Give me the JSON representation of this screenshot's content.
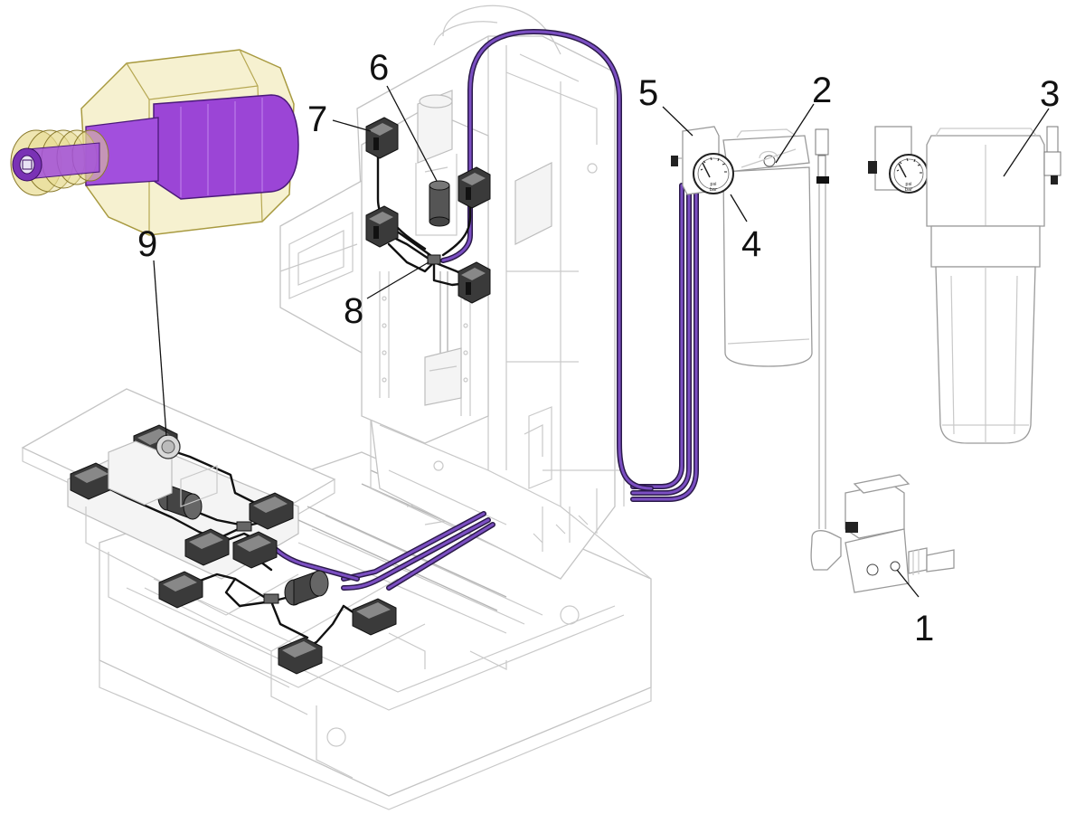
{
  "diagram": {
    "callouts": [
      {
        "id": "1",
        "label": "1"
      },
      {
        "id": "2",
        "label": "2"
      },
      {
        "id": "3",
        "label": "3"
      },
      {
        "id": "4",
        "label": "4"
      },
      {
        "id": "5",
        "label": "5"
      },
      {
        "id": "6",
        "label": "6"
      },
      {
        "id": "7",
        "label": "7"
      },
      {
        "id": "8",
        "label": "8"
      },
      {
        "id": "9",
        "label": "9"
      }
    ],
    "gauge_text": {
      "line1": "psi",
      "line2": "bar"
    },
    "colors": {
      "tube": "#7b4fc2",
      "tube_edge": "#2b1a4a",
      "fitting_purple": "#9b45d6",
      "fitting_shell": "#eee3a0",
      "machine_line": "#c4c4c4",
      "pipe_black": "#111111"
    }
  }
}
